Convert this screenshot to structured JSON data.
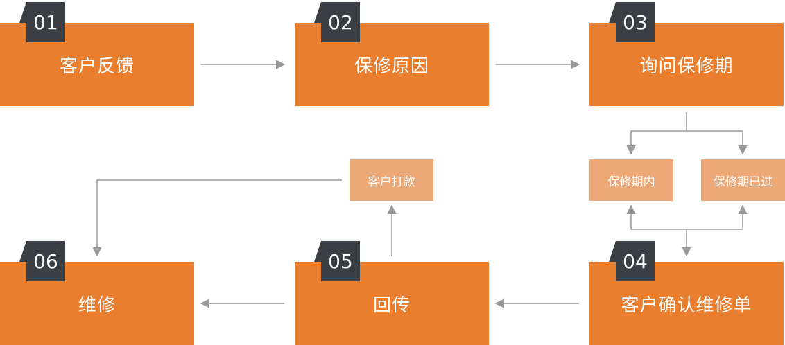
{
  "colors": {
    "main_box": "#e97e2e",
    "number_tab": "#3b3e42",
    "sub_box": "#eda877",
    "connector": "#999999",
    "text": "#ffffff"
  },
  "steps": [
    {
      "number": "01",
      "label": "客户反馈"
    },
    {
      "number": "02",
      "label": "保修原因"
    },
    {
      "number": "03",
      "label": "询问保修期"
    },
    {
      "number": "04",
      "label": "客户确认维修单"
    },
    {
      "number": "05",
      "label": "回传"
    },
    {
      "number": "06",
      "label": "维修"
    }
  ],
  "branches": {
    "in_warranty": "保修期内",
    "out_of_warranty": "保修期已过",
    "customer_payment": "客户打款"
  }
}
